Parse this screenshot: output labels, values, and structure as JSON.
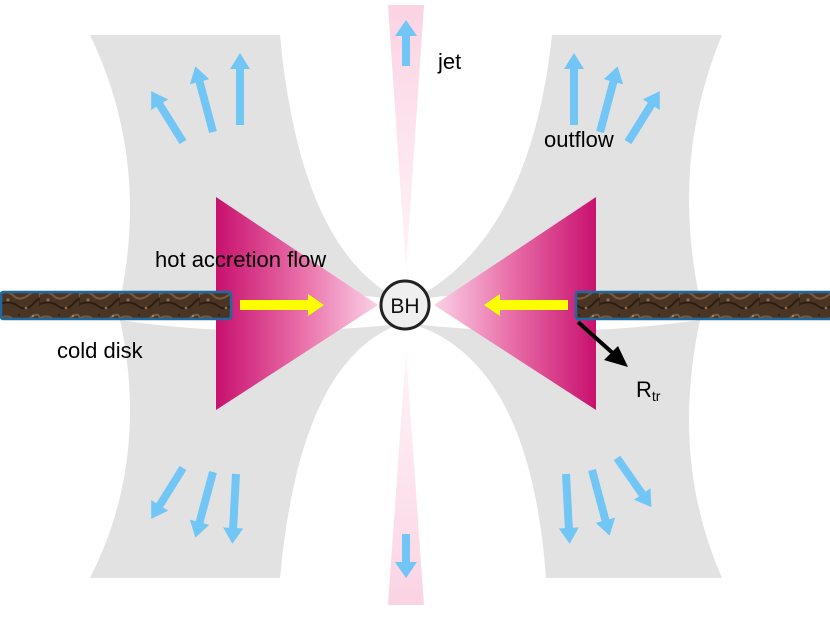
{
  "labels": {
    "jet": "jet",
    "outflow": "outflow",
    "hot_accretion_flow": "hot accretion flow",
    "cold_disk": "cold disk",
    "black_hole": "BH",
    "transition_radius_main": "R",
    "transition_radius_sub": "tr"
  },
  "colors": {
    "outflow_fill": "#e2e2e2",
    "jet_fill": "#fbd3e3",
    "hot_flow_dark": "#c8116e",
    "hot_flow_light": "#fad1e6",
    "cold_disk_fill": "#4a3424",
    "cold_disk_stroke": "#1e6aa0",
    "inflow_arrow": "#ffff00",
    "outflow_arrow": "#71c6f5",
    "black_hole_fill": "#efefef",
    "black_hole_stroke": "#222222",
    "pointer_arrow": "#000000"
  }
}
